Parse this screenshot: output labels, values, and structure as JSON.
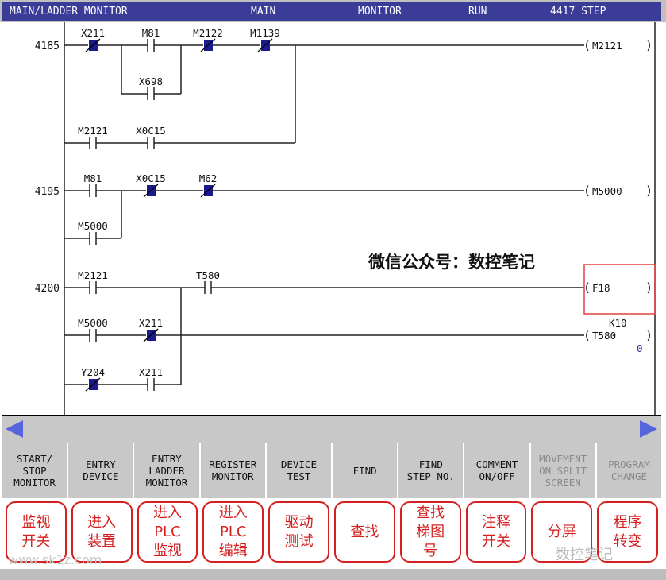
{
  "header": {
    "title": "MAIN/LADDER MONITOR",
    "program": "MAIN",
    "mode": "MONITOR",
    "status": "RUN",
    "step": "4417 STEP"
  },
  "rungs": [
    {
      "step": "4185",
      "coil": "M2121",
      "contacts": [
        {
          "label": "X211",
          "type": "nc-active"
        },
        {
          "label": "M81",
          "type": "no"
        },
        {
          "label": "M2122",
          "type": "nc-active"
        },
        {
          "label": "M1139",
          "type": "nc-active"
        },
        {
          "label": "X698",
          "type": "no"
        },
        {
          "label": "M2121",
          "type": "no"
        },
        {
          "label": "X0C15",
          "type": "no"
        }
      ]
    },
    {
      "step": "4195",
      "coil": "M5000",
      "contacts": [
        {
          "label": "M81",
          "type": "no"
        },
        {
          "label": "X0C15",
          "type": "nc-active"
        },
        {
          "label": "M62",
          "type": "nc-active"
        },
        {
          "label": "M5000",
          "type": "no"
        }
      ]
    },
    {
      "step": "4200",
      "coil": "F18",
      "contacts": [
        {
          "label": "M2121",
          "type": "no"
        },
        {
          "label": "T580",
          "type": "no"
        }
      ]
    },
    {
      "step": "",
      "coil": "T580",
      "timer_setting": "K10",
      "timer_value": "0",
      "contacts": [
        {
          "label": "M5000",
          "type": "no"
        },
        {
          "label": "X211",
          "type": "nc-active"
        },
        {
          "label": "Y204",
          "type": "nc-active"
        },
        {
          "label": "X211",
          "type": "no"
        }
      ]
    }
  ],
  "watermark": {
    "wechat": "微信公众号：数控笔记",
    "site": "www.sk1z.com",
    "brand": "数控笔记"
  },
  "buttons": [
    {
      "label": "START/\nSTOP\nMONITOR",
      "enabled": true
    },
    {
      "label": "ENTRY\nDEVICE",
      "enabled": true
    },
    {
      "label": "ENTRY\nLADDER\nMONITOR",
      "enabled": true
    },
    {
      "label": "REGISTER\nMONITOR",
      "enabled": true
    },
    {
      "label": "DEVICE\nTEST",
      "enabled": true
    },
    {
      "label": "FIND",
      "enabled": true
    },
    {
      "label": "FIND\nSTEP NO.",
      "enabled": true
    },
    {
      "label": "COMMENT\nON/OFF",
      "enabled": true
    },
    {
      "label": "MOVEMENT\nON SPLIT\nSCREEN",
      "enabled": false
    },
    {
      "label": "PROGRAM\nCHANGE",
      "enabled": false
    }
  ],
  "annotations": [
    "监视\n开关",
    "进入\n装置",
    "进入\nPLC\n监视",
    "进入\nPLC\n编辑",
    "驱动\n测试",
    "查找",
    "查找\n梯图\n号",
    "注释\n开关",
    "分屏",
    "程序\n转变"
  ],
  "colors": {
    "header": "#3b3b98",
    "contact_active": "#1a1a8c",
    "highlight": "#e04040",
    "annotation": "#d42020",
    "arrow": "#5566dd"
  }
}
